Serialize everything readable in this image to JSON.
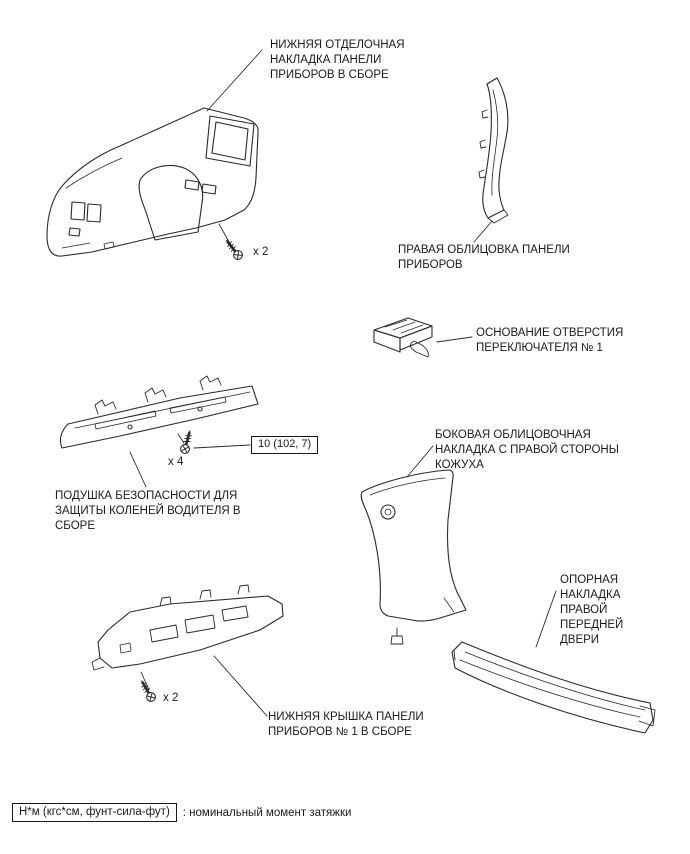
{
  "diagram": {
    "labels": {
      "lower_finish_panel": "НИЖНЯЯ ОТДЕЛОЧНАЯ\nНАКЛАДКА ПАНЕЛИ\nПРИБОРОВ В СБОРЕ",
      "right_ip_trim": "ПРАВАЯ ОБЛИЦОВКА ПАНЕЛИ\nПРИБОРОВ",
      "switch_hole_base": "ОСНОВАНИЕ ОТВЕРСТИЯ\nПЕРЕКЛЮЧАТЕЛЯ № 1",
      "knee_airbag": "ПОДУШКА БЕЗОПАСНОСТИ ДЛЯ\nЗАЩИТЫ КОЛЕНЕЙ ВОДИТЕЛЯ В\nСБОРЕ",
      "cowl_side_trim": "БОКОВАЯ ОБЛИЦОВОЧНАЯ\nНАКЛАДКА С ПРАВОЙ СТОРОНЫ\nКОЖУХА",
      "door_scuff_plate": "ОПОРНАЯ\nНАКЛАДКА\nПРАВОЙ\nПЕРЕДНЕЙ\nДВЕРИ",
      "lower_cover_no1": "НИЖНЯЯ КРЫШКА ПАНЕЛИ\nПРИБОРОВ № 1 В СБОРЕ"
    },
    "quantities": {
      "finish_panel_screws": "x 2",
      "airbag_bolts": "x 4",
      "lower_cover_screws": "x 2"
    },
    "torque_spec": "10 (102, 7)",
    "legend": {
      "units": "Н*м (кгс*см, фунт-сила-фут)",
      "description": ": номинальный момент затяжки"
    },
    "colors": {
      "line": "#2a2a2a",
      "background": "#ffffff"
    }
  }
}
